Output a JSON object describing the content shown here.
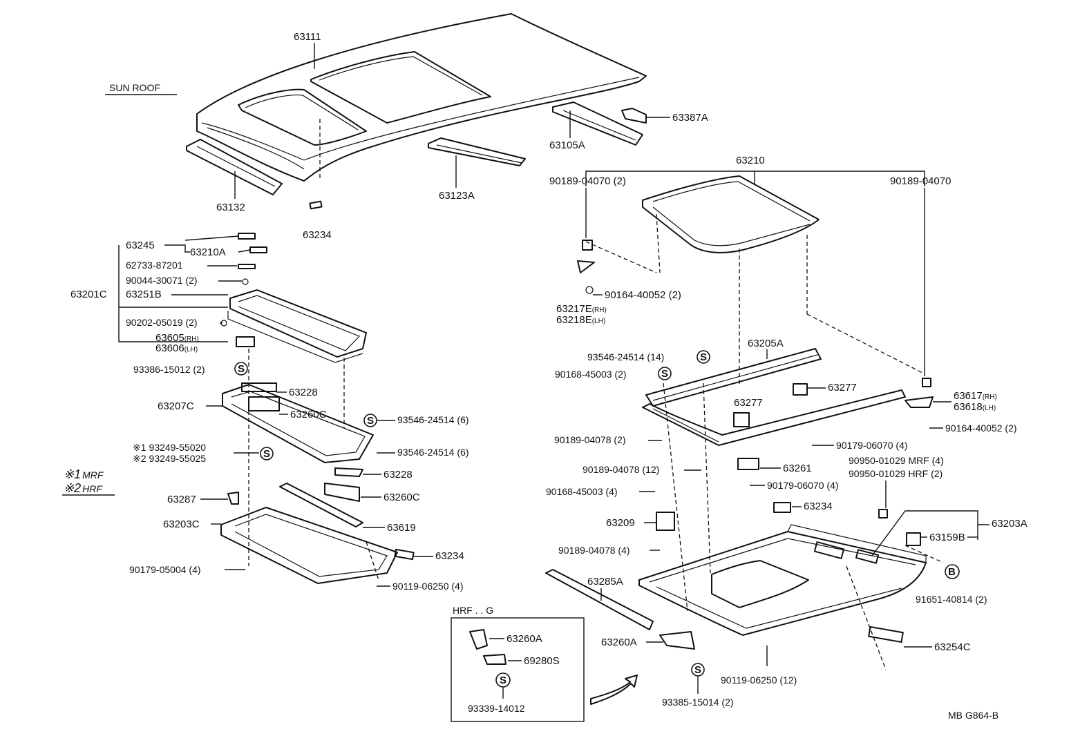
{
  "labels": {
    "p63111": "63111",
    "p63105A": "63105A",
    "p63387A": "63387A",
    "p63132": "63132",
    "p63123A": "63123A",
    "p63234_top": "63234",
    "p63210": "63210",
    "p90189_04070_2": "90189-04070 (2)",
    "p90189_04070": "90189-04070",
    "p90164_40052_2a": "90164-40052 (2)",
    "p63217E": "63217E",
    "p63218E": "63218E",
    "p63205A": "63205A",
    "p93546_24514_14": "93546-24514 (14)",
    "p90168_45003_2": "90168-45003 (2)",
    "p63277a": "63277",
    "p63277b": "63277",
    "p63617": "63617",
    "p63618": "63618",
    "p90164_40052_2b": "90164-40052 (2)",
    "p90189_04078_2": "90189-04078 (2)",
    "p90179_06070_4a": "90179-06070 (4)",
    "p90189_04078_12": "90189-04078 (12)",
    "p63261": "63261",
    "p90950_mrf": "90950-01029 MRF (4)",
    "p90950_hrf": "90950-01029 HRF (2)",
    "p90179_06070_4b": "90179-06070 (4)",
    "p90168_45003_4": "90168-45003 (4)",
    "p63234_mid": "63234",
    "p63203A": "63203A",
    "p63209": "63209",
    "p63159B": "63159B",
    "p90189_04078_4": "90189-04078 (4)",
    "p63285A": "63285A",
    "p91651_40814_2": "91651-40814 (2)",
    "p63260A_main": "63260A",
    "p63254C": "63254C",
    "p93385_15014_2": "93385-15014 (2)",
    "p90119_06250_12": "90119-06250 (12)",
    "p63245": "63245",
    "p63210A": "63210A",
    "p62733_87201": "62733-87201",
    "p90044_30071_2": "90044-30071 (2)",
    "p63201C": "63201C",
    "p63251B": "63251B",
    "p90202_05019_2": "90202-05019 (2)",
    "p63605": "63605",
    "p63606": "63606",
    "p93386_15012_2": "93386-15012 (2)",
    "p63228a": "63228",
    "p63207C": "63207C",
    "p63260Ca": "63260C",
    "p93546_24514_6a": "93546-24514 (6)",
    "p93249_55020": "93249-55020",
    "p93249_55025": "93249-55025",
    "p93546_24514_6b": "93546-24514 (6)",
    "p63228b": "63228",
    "p63260Cb": "63260C",
    "p63287": "63287",
    "p63619": "63619",
    "p63203C": "63203C",
    "p63234_left": "63234",
    "p90179_05004_4": "90179-05004 (4)",
    "p90119_06250_4": "90119-06250 (4)",
    "p63260A_box": "63260A",
    "p69280S": "69280S",
    "p93339_14012": "93339-14012"
  },
  "suffixes": {
    "rh": "(RH)",
    "lh": "(LH)"
  },
  "markers": {
    "mark1": "※1",
    "mark2": "※2",
    "s": "S",
    "b": "B"
  },
  "legend": {
    "sun_roof": "SUN ROOF",
    "mrf_mark": "※1",
    "mrf": "MRF",
    "hrf_mark": "※2",
    "hrf": "HRF",
    "hrf_g": "HRF . . G"
  },
  "footer": {
    "code": "MB G864-B"
  }
}
